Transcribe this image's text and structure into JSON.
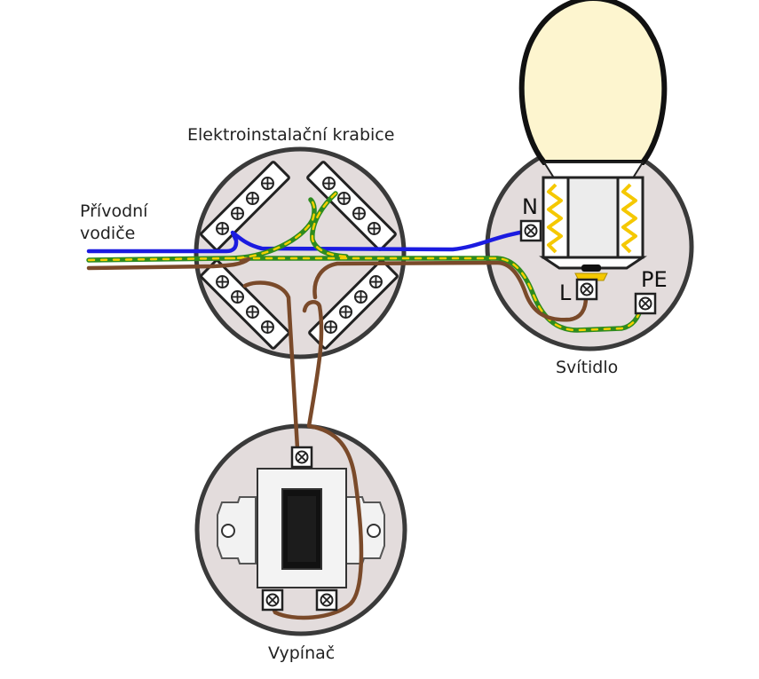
{
  "labels": {
    "junction_box": "Elektroinstalační krabice",
    "supply_wires_line1": "Přívodní",
    "supply_wires_line2": "vodiče",
    "luminaire": "Svítidlo",
    "switch": "Vypínač",
    "terminal_n": "N",
    "terminal_l": "L",
    "terminal_pe": "PE"
  },
  "colors": {
    "neutral_wire": "#1b1be0",
    "phase_wire": "#7a4a2a",
    "earth_green": "#2e8b1e",
    "earth_yellow": "#f5d000",
    "box_fill": "#e3dcdc",
    "box_stroke": "#3a3a3a",
    "bulb_fill": "#fdf5cf",
    "socket_fill": "#e8e8e8",
    "filament": "#f5c800"
  }
}
